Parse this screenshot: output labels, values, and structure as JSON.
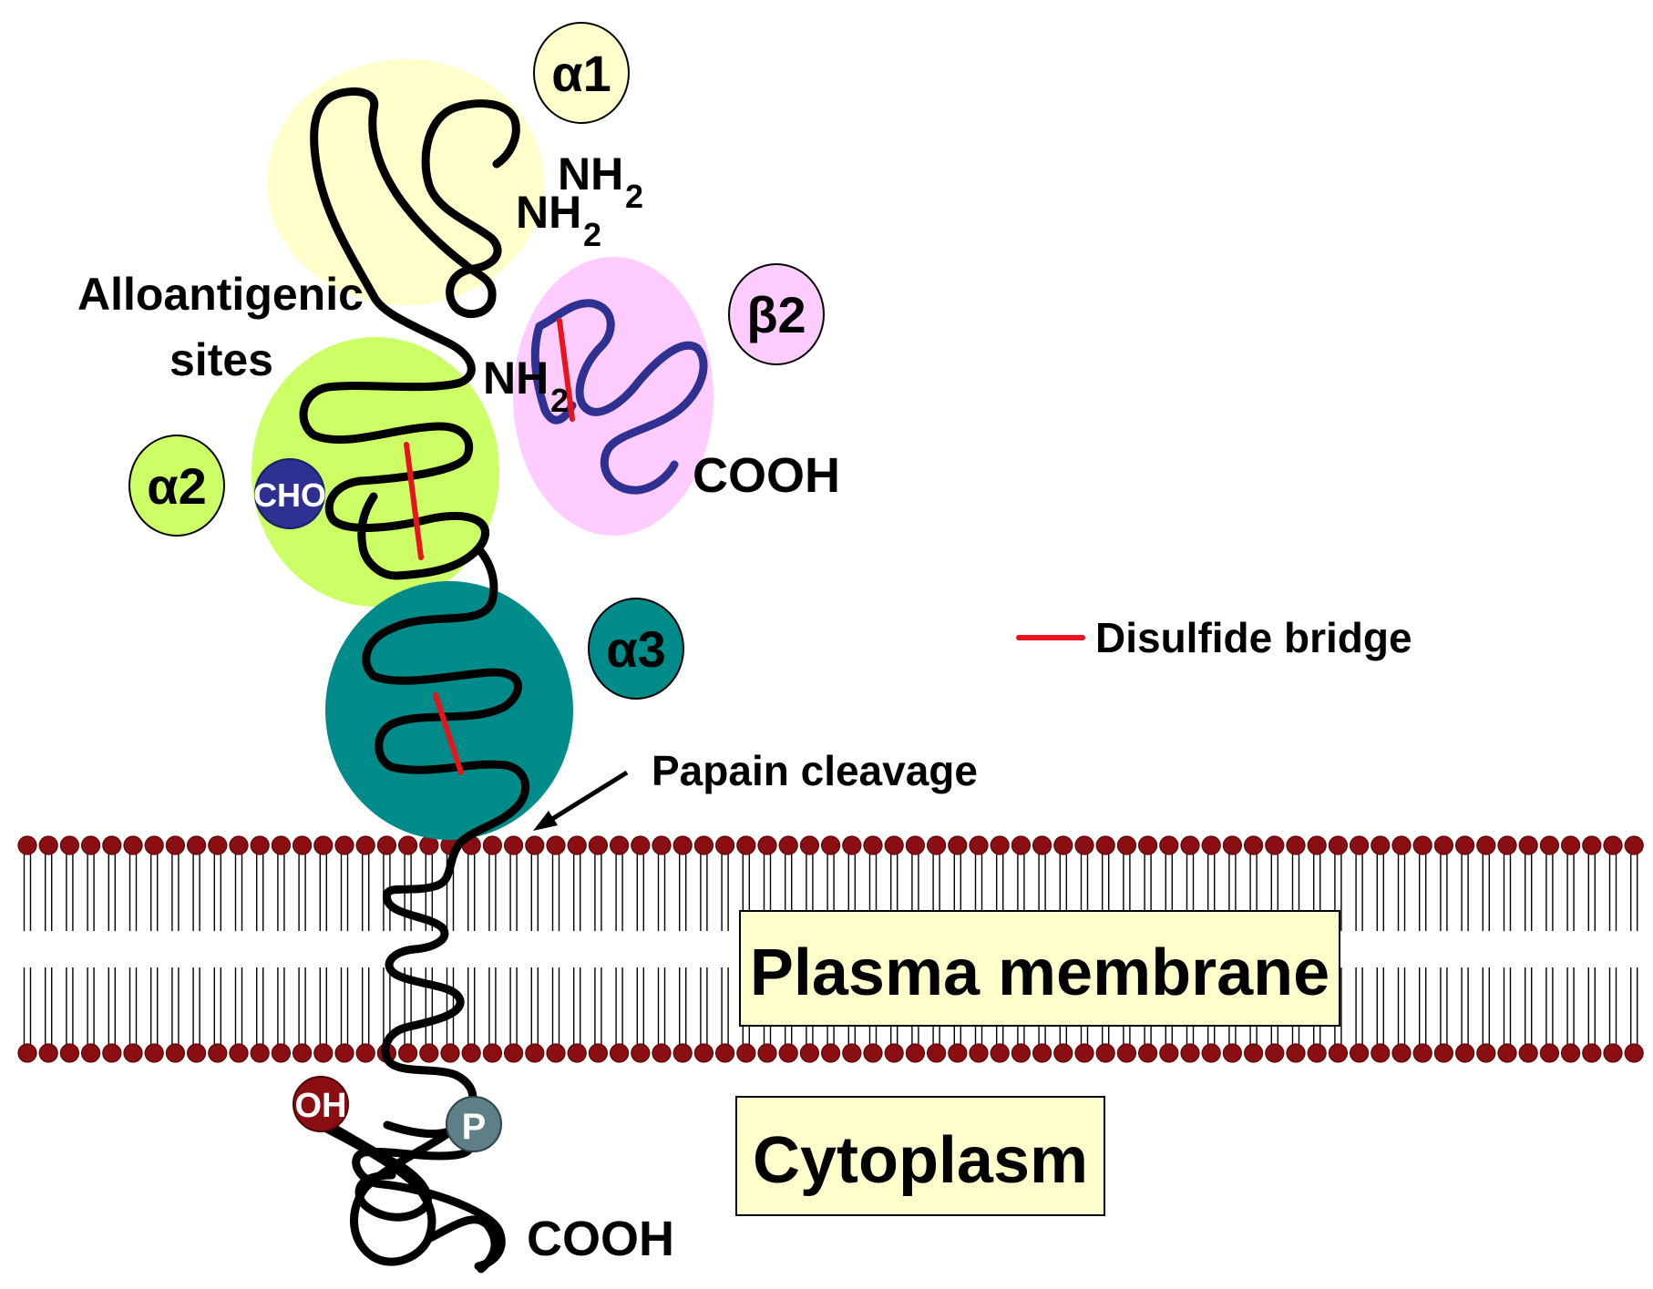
{
  "colors": {
    "alpha1_domain": "#ffffcc",
    "alpha2_domain": "#ccff66",
    "alpha3_domain": "#008b8b",
    "beta2_domain": "#ffccff",
    "beta2_chain": "#2e3192",
    "disulfide": "#e8141b",
    "lipid_head": "#8b0f12",
    "label_box": "#ffffcc"
  },
  "domains": {
    "alpha1": "α1",
    "alpha2": "α2",
    "alpha3": "α3",
    "beta2": "β2"
  },
  "termini": {
    "nh2": "NH",
    "nh2_sub": "2",
    "cooh_beta2": "COOH",
    "cooh_cytoplasmic": "COOH"
  },
  "labels": {
    "alloantigenic_line1": "Alloantigenic",
    "alloantigenic_line2": "sites",
    "papain_cleavage": "Papain cleavage",
    "plasma_membrane": "Plasma membrane",
    "cytoplasm": "Cytoplasm"
  },
  "legend": {
    "disulfide_bridge": "Disulfide bridge"
  },
  "groups": {
    "cho": "CHO",
    "oh": "OH",
    "p": "P"
  },
  "icons": {
    "disulfide": "red-line",
    "membrane": "phospholipid-bilayer"
  }
}
